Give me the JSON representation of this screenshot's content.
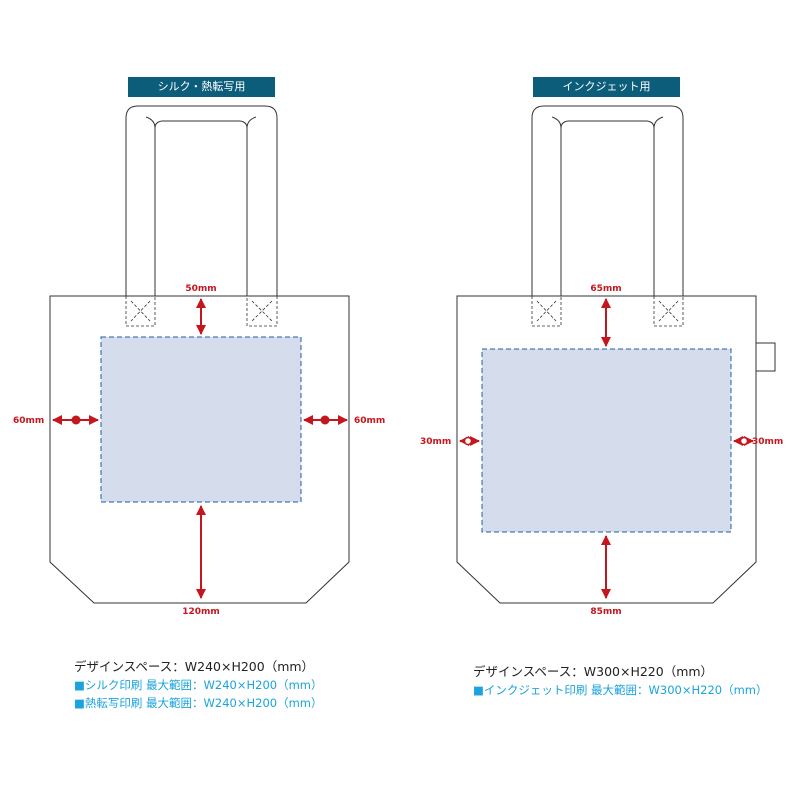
{
  "colors": {
    "badge": "#0b5d7a",
    "design_area_fill": "#d5dcec",
    "design_area_border": "#1f5ea8",
    "dimension": "#c4161c",
    "outline": "#333333",
    "note_text": "#1aa3dc"
  },
  "left": {
    "badge": "シルク・熱転写用",
    "dims": {
      "top": "50mm",
      "left": "60mm",
      "right": "60mm",
      "bottom": "120mm"
    },
    "marker_style": "filled-dot",
    "spec_main": "デザインスペース：W240×H200（mm）",
    "spec_notes": [
      "■シルク印刷 最大範囲：W240×H200（mm）",
      "■熱転写印刷 最大範囲：W240×H200（mm）"
    ]
  },
  "right": {
    "badge": "インクジェット用",
    "dims": {
      "top": "65mm",
      "left": "30mm",
      "right": "30mm",
      "bottom": "85mm"
    },
    "marker_style": "open-ring",
    "spec_main": "デザインスペース：W300×H220（mm）",
    "spec_notes": [
      "■インクジェット印刷 最大範囲：W300×H220（mm）"
    ]
  }
}
